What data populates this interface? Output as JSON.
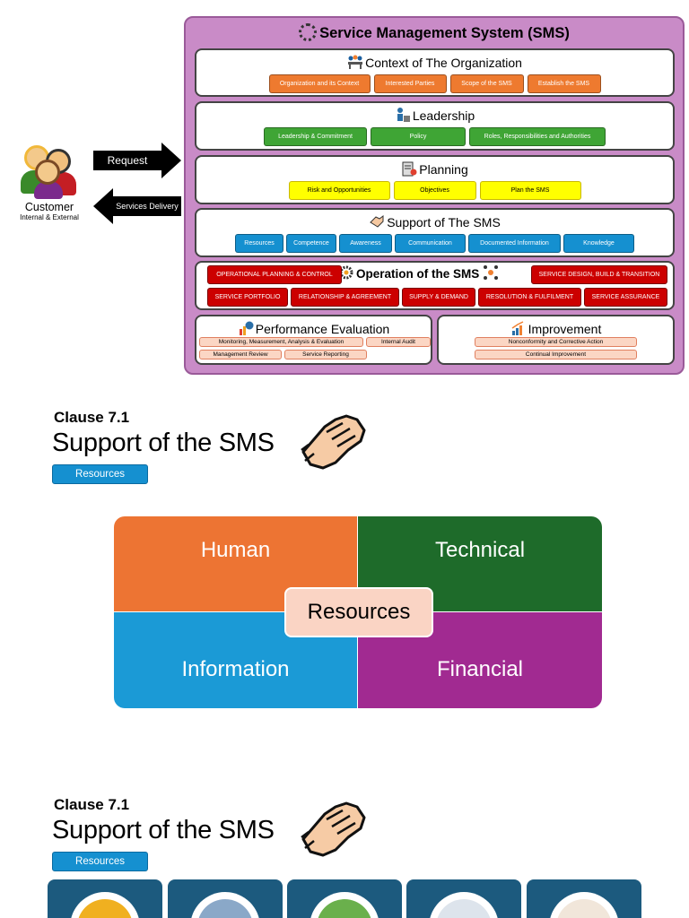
{
  "sms": {
    "title": "Service Management System (SMS)",
    "context": {
      "title": "Context of The Organization",
      "items": [
        "Organization and its Context",
        "Interested Parties",
        "Scope of the SMS",
        "Establish the SMS"
      ]
    },
    "leadership": {
      "title": "Leadership",
      "items": [
        "Leadership & Commitment",
        "Policy",
        "Roles, Responsibilities and Authorities"
      ]
    },
    "planning": {
      "title": "Planning",
      "items": [
        "Risk and Opportunities",
        "Objectives",
        "Plan the SMS"
      ]
    },
    "support": {
      "title": "Support of The SMS",
      "items": [
        "Resources",
        "Competence",
        "Awareness",
        "Communication",
        "Documented Information",
        "Knowledge"
      ]
    },
    "operation": {
      "title": "Operation of the SMS",
      "items": [
        "OPERATIONAL PLANNING & CONTROL",
        "SERVICE DESIGN, BUILD & TRANSITION",
        "SERVICE PORTFOLIO",
        "RELATIONSHIP & AGREEMENT",
        "SUPPLY & DEMAND",
        "RESOLUTION & FULFILMENT",
        "SERVICE ASSURANCE"
      ]
    },
    "performance": {
      "title": "Performance Evaluation",
      "items": [
        "Monitoring, Measurement, Analysis & Evaluation",
        "Internal Audit",
        "Management Review",
        "Service Reporting"
      ]
    },
    "improvement": {
      "title": "Improvement",
      "items": [
        "Nonconformity and Corrective Action",
        "Continual Improvement"
      ]
    }
  },
  "customer": {
    "label": "Customer",
    "sublabel": "Internal & External",
    "request": "Request",
    "delivery": "Services Delivery"
  },
  "section1": {
    "clause": "Clause 7.1",
    "title": "Support of the SMS",
    "tag": "Resources"
  },
  "quadrant": {
    "center": "Resources",
    "top_left": "Human",
    "top_right": "Technical",
    "bottom_left": "Information",
    "bottom_right": "Financial"
  },
  "section2": {
    "clause": "Clause 7.1",
    "title": "Support of the SMS",
    "tag": "Resources"
  }
}
